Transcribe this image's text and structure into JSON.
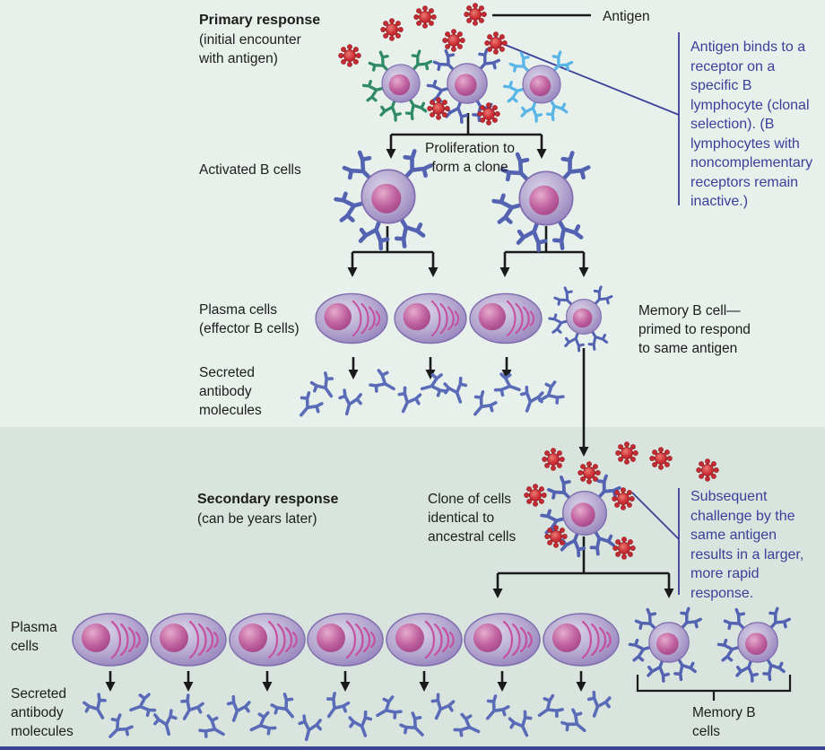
{
  "figure": {
    "primary": {
      "title": "Primary response",
      "subtitle": "(initial encounter with antigen)",
      "antigen_label": "Antigen",
      "annotation": "Antigen binds to a receptor on a specific B lymphocyte (clonal selection). (B lymphocytes with noncomplementary receptors remain inactive.)",
      "proliferation_label": "Proliferation to form a clone",
      "activated_label": "Activated B cells",
      "plasma_label": "Plasma cells (effector B cells)",
      "memory_label": "Memory B cell—primed to respond to same antigen",
      "secreted_label": "Secreted antibody molecules"
    },
    "secondary": {
      "title": "Secondary response",
      "subtitle": "(can be years later)",
      "clone_label": "Clone of cells identical to ancestral cells",
      "annotation": "Subsequent challenge by the same antigen results in a larger, more rapid response.",
      "plasma_label": "Plasma cells",
      "secreted_label": "Secreted antibody molecules",
      "memory_label": "Memory B cells"
    }
  },
  "icons": {
    "antigen-icon": "red spiked virus-like particle",
    "b-cell-icon": "purple lymphocyte with Y-shaped surface receptors",
    "plasma-cell-icon": "oval purple cell with nucleus and endoplasmic reticulum",
    "memory-b-cell-icon": "small purple lymphocyte with Y-shaped receptors",
    "antibody-icon": "blue Y-shaped molecule",
    "down-arrow-icon": "black arrow showing differentiation flow"
  },
  "colors": {
    "bg-primary": "#e8f0ec",
    "bg-secondary": "#d9e4de",
    "ink": "#1d1d1b",
    "annotation-blue": "#3a3f99",
    "bar-blue": "#3b4395",
    "antigen-red": "#cf3238",
    "receptor-green": "#2f8a68",
    "receptor-blue": "#5363b2",
    "receptor-lightblue": "#5ab5e7",
    "antibody-blue": "#5a6cb8"
  }
}
